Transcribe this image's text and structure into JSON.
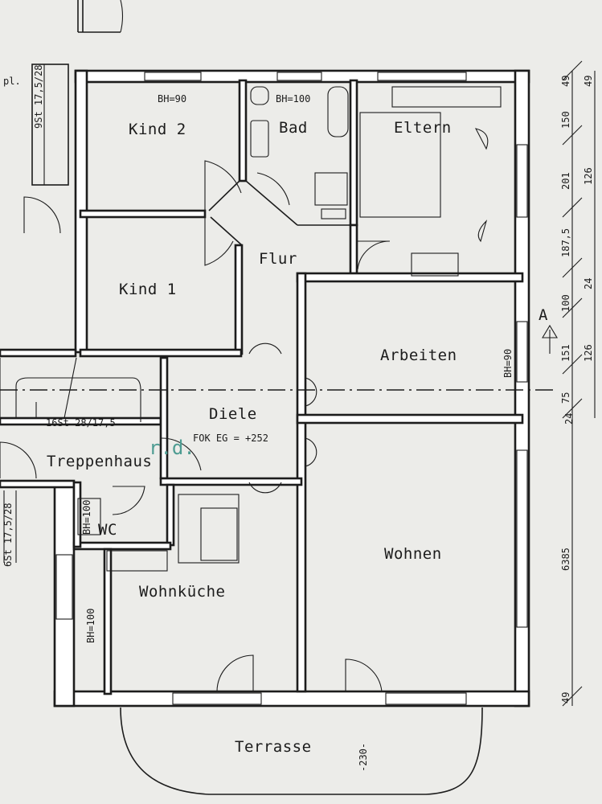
{
  "rooms": {
    "kind2": "Kind 2",
    "bad": "Bad",
    "eltern": "Eltern",
    "flur": "Flur",
    "kind1": "Kind 1",
    "arbeiten": "Arbeiten",
    "diele": "Diele",
    "treppenhaus": "Treppenhaus",
    "wc": "WC",
    "wohnkueche": "Wohnküche",
    "wohnen": "Wohnen",
    "terrasse": "Terrasse"
  },
  "notes": {
    "bh90_kind2": "BH=90",
    "bh100_bad": "BH=100",
    "bh90_arbeiten": "BH=90",
    "bh100_wc": "BH=100",
    "bh100_kueche": "BH=100",
    "fok": "FOK EG = +252",
    "stair_top": "9St 17,5/28",
    "stair_mid": "16St 28/17,5",
    "stair_bottom": "6St 17,5/28",
    "partial_left": "pl.",
    "stamp": "r.d.",
    "terrace_dim": "-230-",
    "section_marker": "A"
  },
  "dimensions_right": {
    "outer": [
      "49",
      "150",
      "201",
      "187,5",
      "100",
      "151",
      "75",
      "6385",
      "49"
    ],
    "inner": [
      "49",
      "126",
      "24",
      "126",
      "24"
    ]
  }
}
